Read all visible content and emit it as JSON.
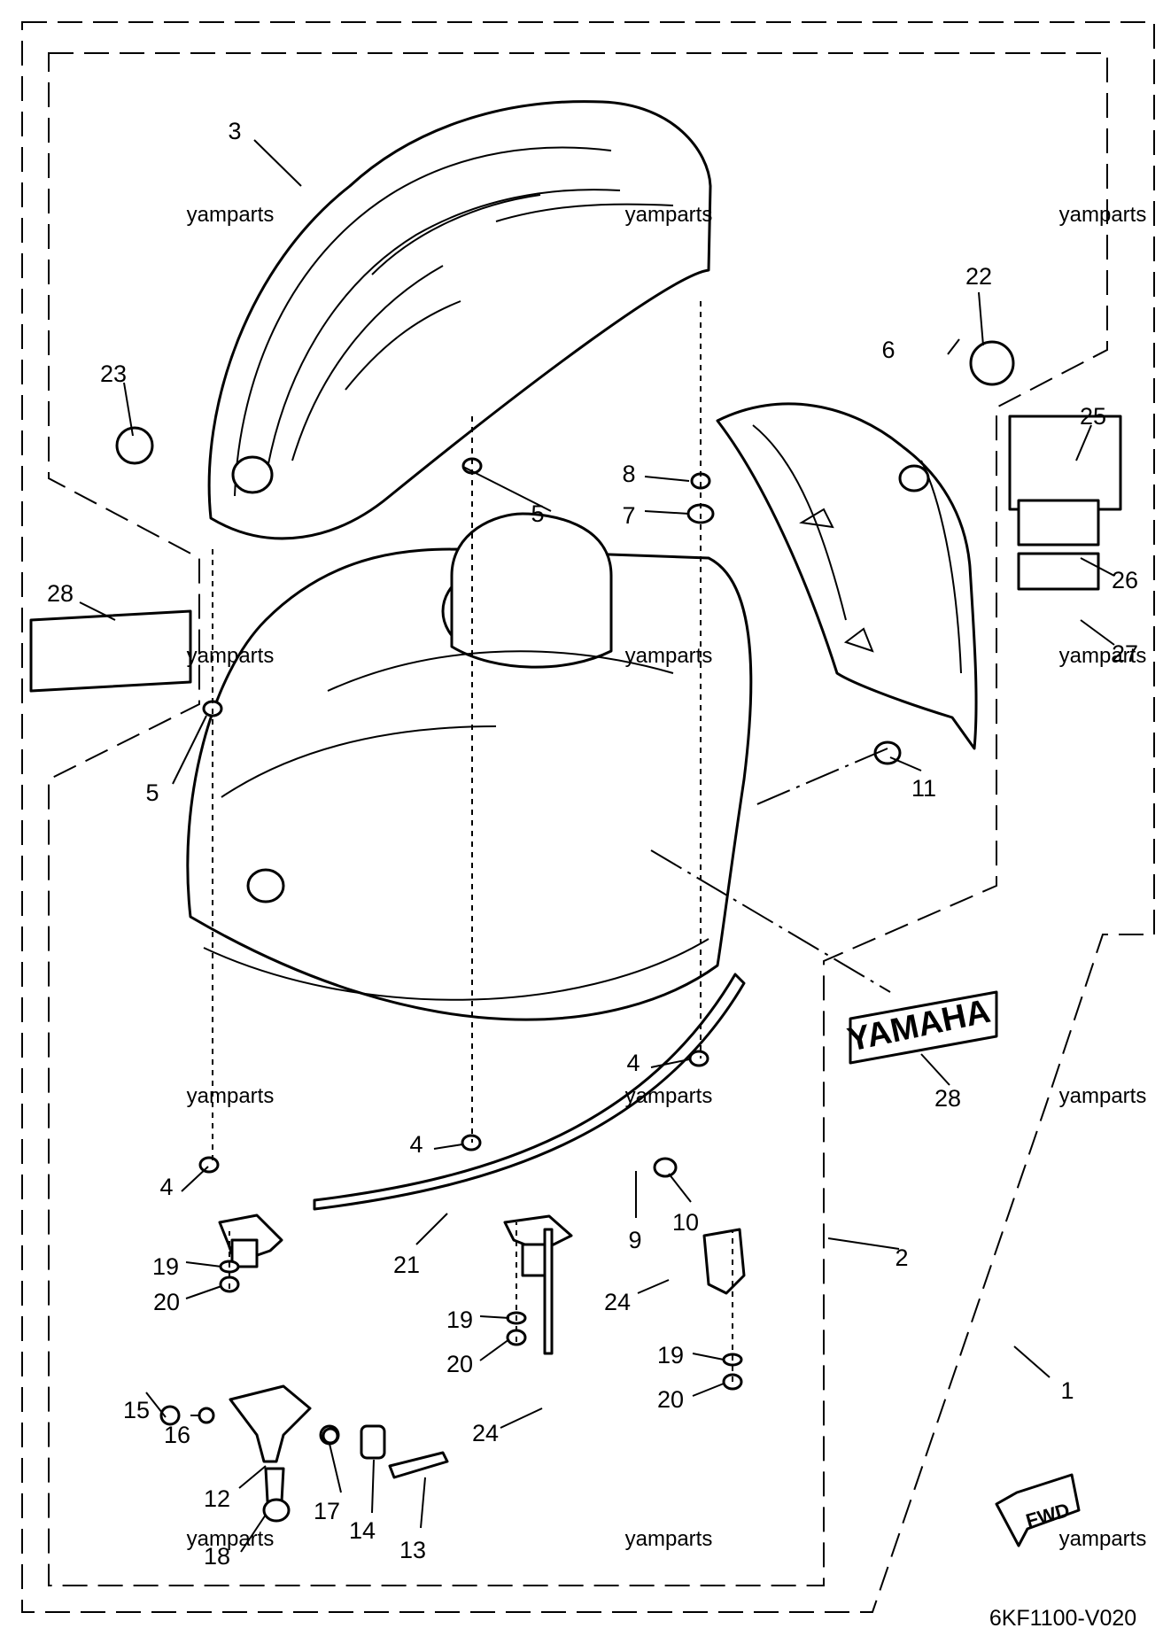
{
  "diagram": {
    "code": "6KF1100-V020",
    "fwd_label": "FWD",
    "brand_decal_text": "YAMAHA",
    "watermark": "yamparts",
    "watermark_count": 12
  },
  "callouts": [
    {
      "id": "1"
    },
    {
      "id": "2"
    },
    {
      "id": "3"
    },
    {
      "id": "4"
    },
    {
      "id": "4"
    },
    {
      "id": "4"
    },
    {
      "id": "5"
    },
    {
      "id": "5"
    },
    {
      "id": "6"
    },
    {
      "id": "7"
    },
    {
      "id": "8"
    },
    {
      "id": "9"
    },
    {
      "id": "10"
    },
    {
      "id": "11"
    },
    {
      "id": "12"
    },
    {
      "id": "13"
    },
    {
      "id": "14"
    },
    {
      "id": "15"
    },
    {
      "id": "16"
    },
    {
      "id": "17"
    },
    {
      "id": "18"
    },
    {
      "id": "19"
    },
    {
      "id": "19"
    },
    {
      "id": "19"
    },
    {
      "id": "20"
    },
    {
      "id": "20"
    },
    {
      "id": "20"
    },
    {
      "id": "21"
    },
    {
      "id": "22"
    },
    {
      "id": "23"
    },
    {
      "id": "24"
    },
    {
      "id": "24"
    },
    {
      "id": "25"
    },
    {
      "id": "26"
    },
    {
      "id": "27"
    },
    {
      "id": "28"
    },
    {
      "id": "28"
    }
  ]
}
